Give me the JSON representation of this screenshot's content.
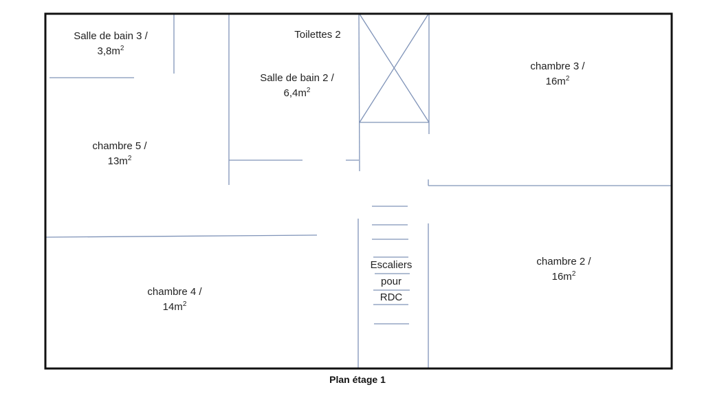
{
  "caption": "Plan étage 1",
  "colors": {
    "wall": "#111111",
    "partition": "#7f93b8"
  },
  "rooms": [
    {
      "name": "Salle de bain 3 /",
      "area": "3,8m",
      "unit_sup": "2"
    },
    {
      "name": "Toilettes 2"
    },
    {
      "name": "Salle de bain 2 /",
      "area": "6,4m",
      "unit_sup": "2"
    },
    {
      "name": "chambre 3 /",
      "area": "16m",
      "unit_sup": "2"
    },
    {
      "name": "chambre 5 /",
      "area": "13m",
      "unit_sup": "2"
    },
    {
      "name": "chambre 2 /",
      "area": "16m",
      "unit_sup": "2"
    },
    {
      "name": "chambre 4 /",
      "area": "14m",
      "unit_sup": "2"
    }
  ],
  "stairs": {
    "line1": "Escaliers",
    "line2": "pour",
    "line3": "RDC"
  }
}
